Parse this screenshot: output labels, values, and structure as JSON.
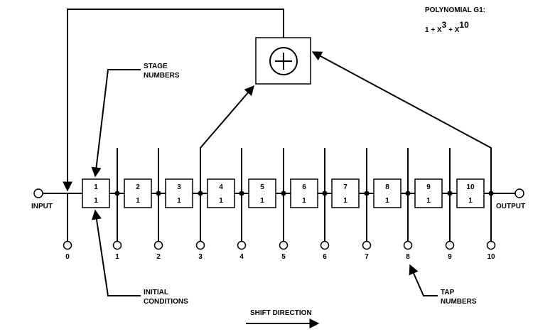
{
  "polynomial": {
    "title": "POLYNOMIAL G1:",
    "term_const": "1 + X",
    "exp_a": "3",
    "term_plus": " + X",
    "exp_b": "10"
  },
  "labels": {
    "input": "INPUT",
    "output": "OUTPUT",
    "stage_numbers_1": "STAGE",
    "stage_numbers_2": "NUMBERS",
    "initial_conditions_1": "INITIAL",
    "initial_conditions_2": "CONDITIONS",
    "tap_numbers_1": "TAP",
    "tap_numbers_2": "NUMBERS",
    "shift_direction": "SHIFT DIRECTION"
  },
  "stages": [
    {
      "number": "1",
      "initial": "1"
    },
    {
      "number": "2",
      "initial": "1"
    },
    {
      "number": "3",
      "initial": "1"
    },
    {
      "number": "4",
      "initial": "1"
    },
    {
      "number": "5",
      "initial": "1"
    },
    {
      "number": "6",
      "initial": "1"
    },
    {
      "number": "7",
      "initial": "1"
    },
    {
      "number": "8",
      "initial": "1"
    },
    {
      "number": "9",
      "initial": "1"
    },
    {
      "number": "10",
      "initial": "1"
    }
  ],
  "taps": [
    "0",
    "1",
    "2",
    "3",
    "4",
    "5",
    "6",
    "7",
    "8",
    "9",
    "10"
  ],
  "feedback_taps": [
    3,
    10
  ],
  "icons": {
    "adder": "xor-adder-icon"
  }
}
